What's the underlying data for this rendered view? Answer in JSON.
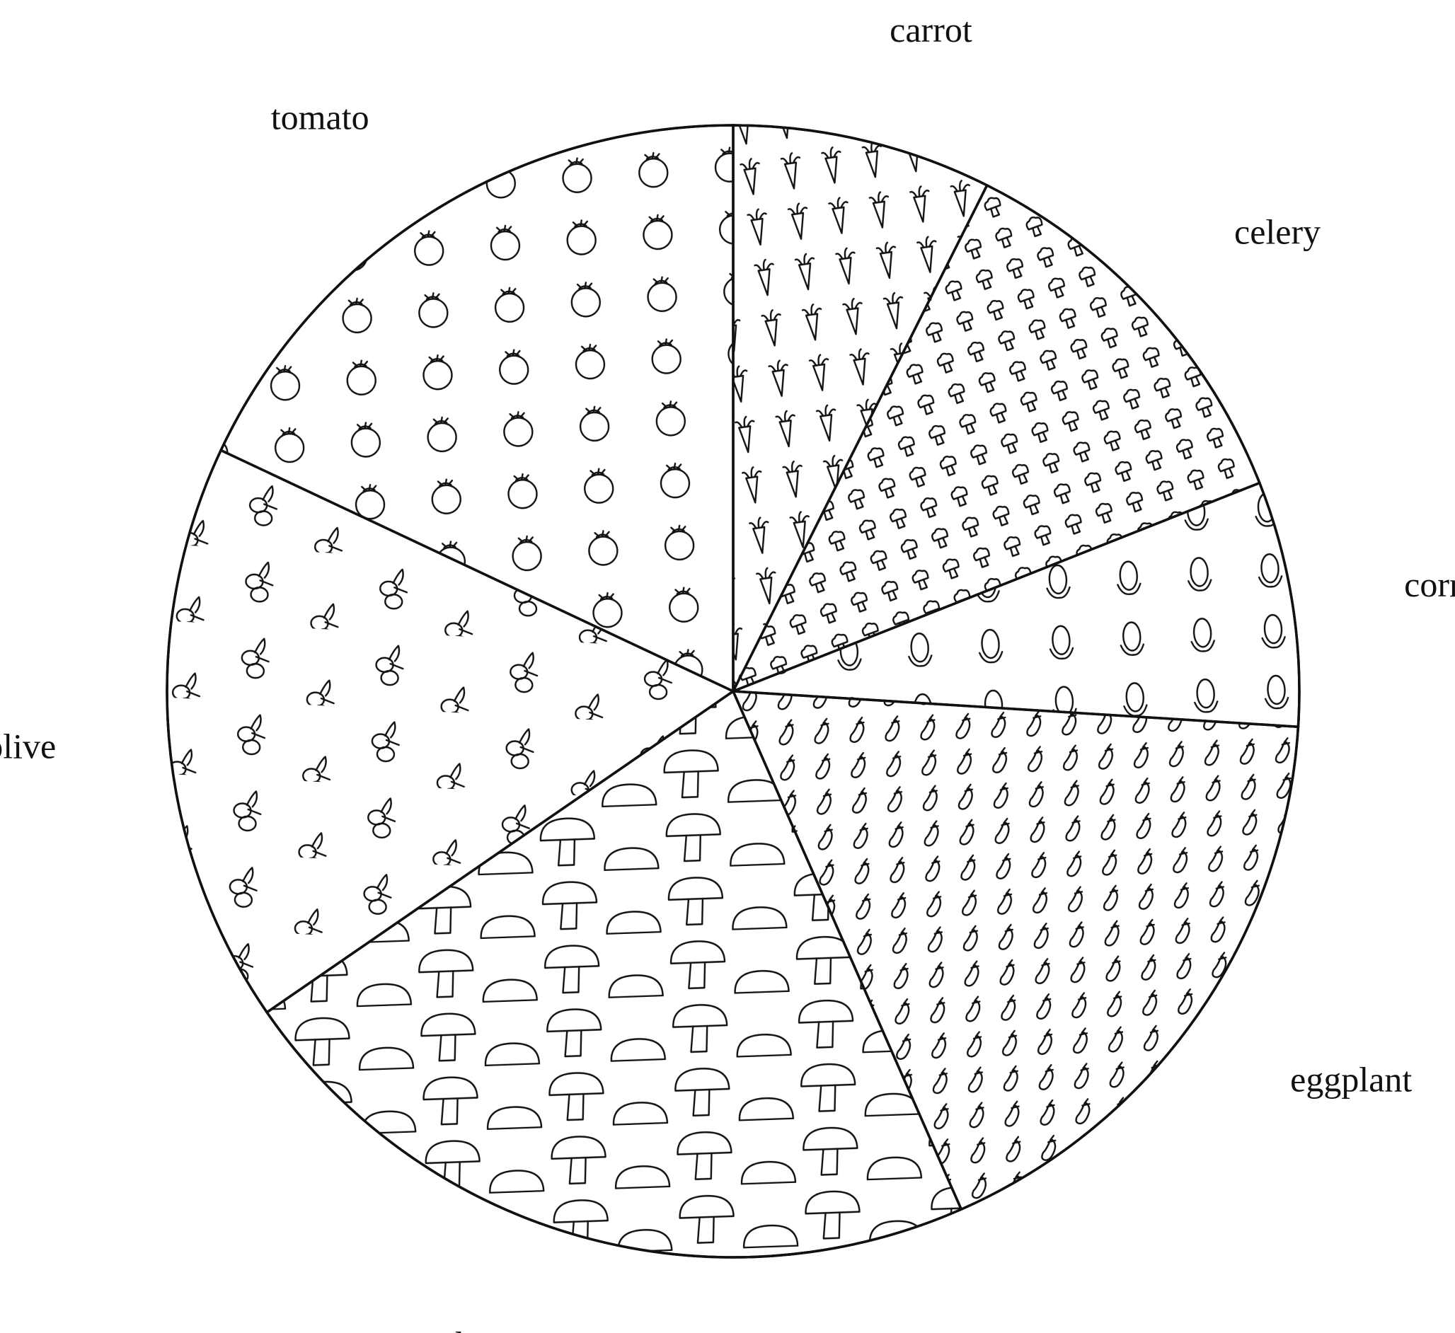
{
  "chart_data": {
    "type": "pie",
    "title": "",
    "slices": [
      {
        "label": "carrot",
        "value": 7.4,
        "pattern": "carrot"
      },
      {
        "label": "celery",
        "value": 11.6,
        "pattern": "celery"
      },
      {
        "label": "corn",
        "value": 7.0,
        "pattern": "corn"
      },
      {
        "label": "eggplant",
        "value": 17.4,
        "pattern": "eggplant"
      },
      {
        "label": "mushroom",
        "value": 22.0,
        "pattern": "mushroom"
      },
      {
        "label": "olive",
        "value": 16.6,
        "pattern": "olive"
      },
      {
        "label": "tomato",
        "value": 18.0,
        "pattern": "tomato"
      }
    ],
    "start_angle": "12 o'clock",
    "direction": "clockwise",
    "legend": "none",
    "colors": {
      "stroke": "#111111",
      "fill": "#ffffff"
    }
  }
}
